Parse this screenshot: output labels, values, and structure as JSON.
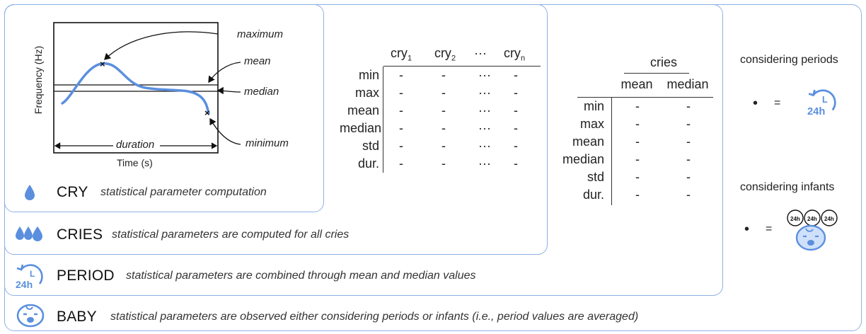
{
  "colors": {
    "accent": "#5b8fde",
    "border": "#8fb1e6",
    "ink": "#111111"
  },
  "levels": {
    "cry": {
      "icon": "drop-icon",
      "title": "CRY",
      "desc": "statistical parameter computation"
    },
    "cries": {
      "icon": "drops-icon",
      "title": "CRIES",
      "desc": "statistical parameters are computed for all cries"
    },
    "period": {
      "icon": "clock-24h-icon",
      "title": "PERIOD",
      "desc": "statistical parameters are combined through mean and median values"
    },
    "baby": {
      "icon": "baby-face-icon",
      "title": "BABY",
      "desc": "statistical parameters are observed either considering periods or infants (i.e., period values are averaged)"
    }
  },
  "plot": {
    "ylabel": "Frequency (Hz)",
    "xlabel": "Time (s)",
    "duration_label": "duration",
    "annotations": {
      "maximum": "maximum",
      "mean": "mean",
      "median": "median",
      "minimum": "minimum"
    }
  },
  "table_cries": {
    "columns": [
      "cry",
      "cry",
      "···",
      "cry"
    ],
    "column_subs": [
      "1",
      "2",
      "",
      "n"
    ],
    "rows": [
      "min",
      "max",
      "mean",
      "median",
      "std",
      "dur."
    ],
    "cell": "-",
    "ellipsis": "···"
  },
  "table_period": {
    "group": "cries",
    "columns": [
      "mean",
      "median"
    ],
    "rows": [
      "min",
      "max",
      "mean",
      "median",
      "std",
      "dur."
    ],
    "cell": "-"
  },
  "side": {
    "periods_label": "considering periods",
    "infants_label": "considering infants",
    "bullet": "•",
    "equals": "="
  },
  "icons": {
    "clock_text": "24h",
    "clock_mark": "L"
  }
}
